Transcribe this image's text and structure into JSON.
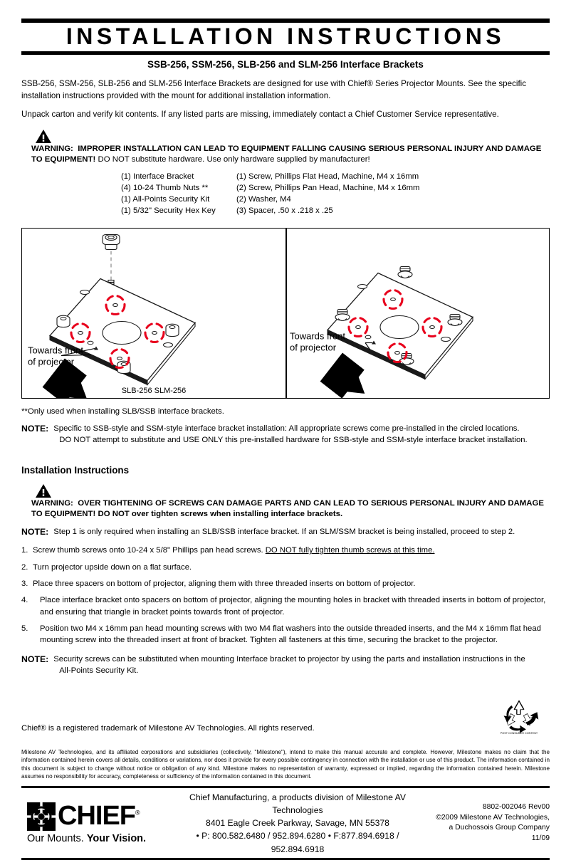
{
  "header": {
    "title": "INSTALLATION INSTRUCTIONS",
    "subtitle": "SSB-256, SSM-256, SLB-256 and SLM-256 Interface Brackets"
  },
  "intro": {
    "paragraph1": "SSB-256, SSM-256, SLB-256 and SLM-256 Interface Brackets are designed for use with Chief® Series Projector Mounts. See the specific installation instructions provided with the mount for additional installation information.",
    "paragraph2": "Unpack carton and verify kit contents. If any listed parts are missing, immediately contact a Chief Customer Service representative."
  },
  "warning1": {
    "icon": "warning-triangle-icon",
    "label": "WARNING:",
    "bold_text": "IMPROPER INSTALLATION CAN LEAD TO EQUIPMENT FALLING CAUSING SERIOUS PERSONAL INJURY AND DAMAGE TO EQUIPMENT!",
    "normal_text": "DO NOT substitute hardware. Use only hardware supplied by manufacturer!"
  },
  "parts_list": [
    {
      "qty_a": "(1)",
      "part_a": "Interface Bracket",
      "qty_b": "(1)",
      "part_b": "Screw, Phillips Flat Head, Machine, M4 x 16mm"
    },
    {
      "qty_a": "(4)",
      "part_a": "10-24 Thumb Nuts **",
      "qty_b": "(2)",
      "part_b": "Screw, Phillips Pan Head, Machine, M4 x 16mm"
    },
    {
      "qty_a": "(1)",
      "part_a": "All-Points Security Kit",
      "qty_b": "(2)",
      "part_b": "Washer, M4"
    },
    {
      "qty_a": "(1)",
      "part_a": "5/32\" Security Hex Key",
      "qty_b": "(3)",
      "part_b": "Spacer, .50 x .218 x .25"
    }
  ],
  "figure": {
    "left": {
      "name": "slb-256-bracket-diagram",
      "callout": "Towards front\nof projector",
      "callout_line1": "Towards front",
      "callout_line2": "of projector"
    },
    "right": {
      "name": "slm-256-bracket-diagram",
      "callout_line1": "Towards front",
      "callout_line2": "of projector"
    },
    "caption": "SLB-256 SLM-256",
    "highlight_color": "#e8001c"
  },
  "footnote": "**Only used when installing SLB/SSB interface brackets.",
  "note1": {
    "label": "NOTE:",
    "line1": "Specific to SSB-style and SSM-style interface bracket installation: All appropriate screws come pre-installed in the circled locations.",
    "line2": "DO NOT attempt to substitute and USE ONLY this pre-installed hardware for SSB-style and SSM-style interface bracket installation."
  },
  "section": {
    "heading": "Installation Instructions"
  },
  "warning2": {
    "icon": "warning-triangle-icon",
    "label": "WARNING:",
    "bold_text": "OVER TIGHTENING OF SCREWS CAN DAMAGE PARTS AND CAN LEAD TO SERIOUS PERSONAL INJURY AND DAMAGE TO EQUIPMENT!",
    "normal_text": "DO NOT over tighten screws when installing interface brackets."
  },
  "note2": {
    "label": "NOTE:",
    "text": "Step 1 is only required when installing an SLB/SSB interface bracket. If an SLM/SSM bracket is being installed, proceed to step 2."
  },
  "steps": [
    {
      "num": "1.",
      "text_plain": "Screw thumb screws onto 10-24 x 5/8\" Phillips pan head screws.",
      "text_underline": "DO NOT fully tighten thumb screws at this time."
    },
    {
      "num": "2.",
      "text_plain": "Turn projector upside down on a flat surface.",
      "text_underline": ""
    },
    {
      "num": "3.",
      "text_plain": "Place three spacers on bottom of projector, aligning them with three threaded inserts on bottom of projector.",
      "text_underline": ""
    },
    {
      "num": "4.",
      "text_plain": "Place interface bracket onto spacers on bottom of projector, aligning the mounting holes in bracket with threaded inserts in bottom of projector, and ensuring that triangle in bracket points towards front of projector.",
      "text_underline": ""
    },
    {
      "num": "5.",
      "text_plain": "Position two M4 x 16mm pan head mounting screws with two M4 flat washers into the outside threaded inserts, and the M4 x 16mm flat head mounting screw into the threaded insert at front of bracket. Tighten all fasteners at this time, securing the bracket to the projector.",
      "text_underline": ""
    }
  ],
  "note3": {
    "label": "NOTE:",
    "line1": "Security screws can be substituted when mounting Interface bracket to projector by using the parts and installation instructions in the",
    "line2": "All-Points Security Kit."
  },
  "trademark": "Chief® is a registered trademark of Milestone AV Technologies. All rights reserved.",
  "recycle": {
    "icon": "recycle-icon",
    "ring_text": "POST CONSUMER CONTENT"
  },
  "disclaimer": "Milestone AV Technologies, and its affiliated corporations and subsidiaries (collectively, \"Milestone\"), intend to make this manual accurate and complete. However, Milestone makes no claim that the information contained herein covers all details, conditions or variations, nor does it provide for every possible contingency in connection with the installation or use of this product. The information contained in this document is subject to change without notice or obligation of any kind. Milestone makes no representation of warranty, expressed or implied, regarding the information contained herein. Milestone assumes no responsibility for accuracy, completeness or sufficiency of the information contained in this document.",
  "footer": {
    "brand_name": "CHIEF",
    "brand_reg": "®",
    "brand_logo": "chief-logo-icon",
    "tagline_light": "Our Mounts.",
    "tagline_bold": "Your Vision.",
    "address_line1": "Chief Manufacturing, a products division of Milestone AV Technologies",
    "address_line2": "8401 Eagle Creek Parkway, Savage, MN 55378",
    "address_line3": "• P: 800.582.6480 / 952.894.6280   • F:877.894.6918 / 952.894.6918",
    "doc_number": "8802-002046 Rev00",
    "copyright": "©2009 Milestone AV Technologies,",
    "company": "a Duchossois Group Company",
    "date": "11/09"
  }
}
